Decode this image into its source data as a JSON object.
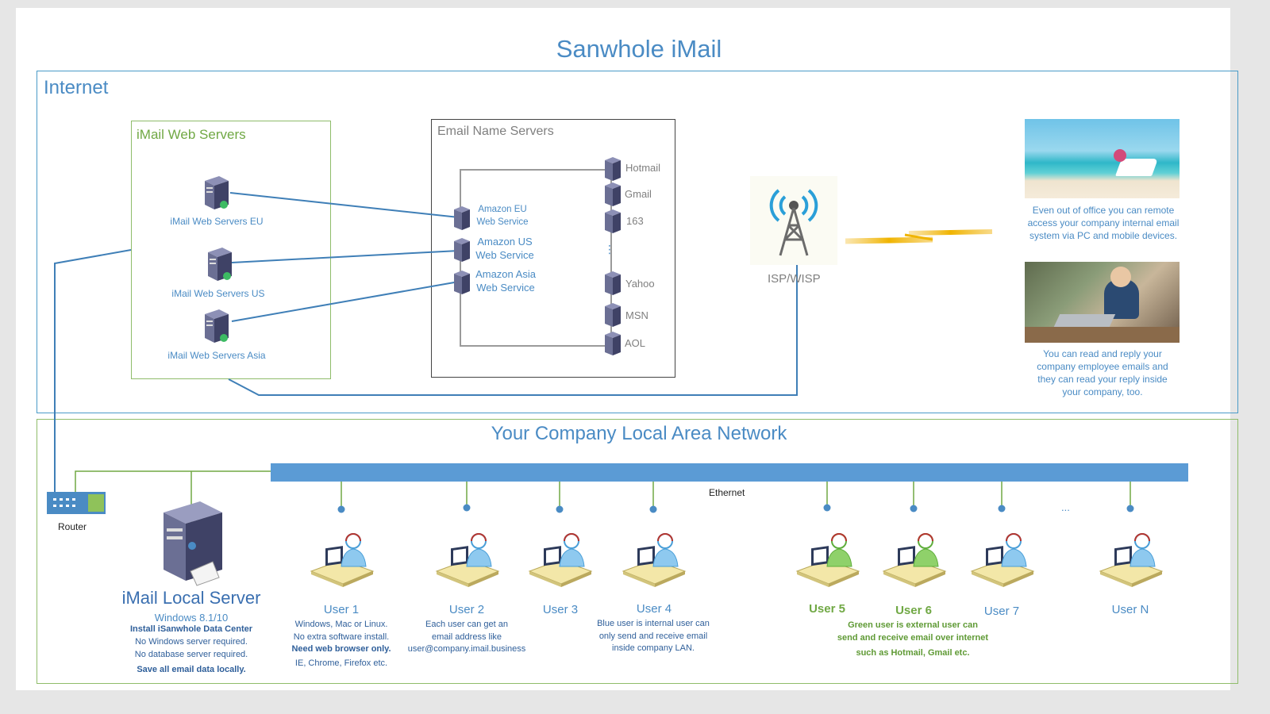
{
  "title": "Sanwhole iMail",
  "internet": {
    "label": "Internet",
    "web_servers": {
      "label": "iMail Web Servers",
      "items": [
        "iMail Web Servers EU",
        "iMail Web Servers US",
        "iMail Web Servers Asia"
      ]
    },
    "name_servers": {
      "label": "Email Name Servers",
      "amazon": [
        {
          "line1": "Amazon EU",
          "line2": "Web Service"
        },
        {
          "line1": "Amazon US",
          "line2": "Web Service"
        },
        {
          "line1": "Amazon Asia",
          "line2": "Web Service"
        }
      ],
      "providers": [
        "Hotmail",
        "Gmail",
        "163",
        "Yahoo",
        "MSN",
        "AOL"
      ],
      "ellipsis": "⋮"
    },
    "isp": "ISP/WISP",
    "remote": {
      "beach_caption": "Even out of office you can remote access your company internal email system via PC and mobile devices.",
      "cafe_caption": "You can read and reply your company employee emails and they can read your reply inside your company, too."
    }
  },
  "lan": {
    "label": "Your Company Local Area Network",
    "ethernet": "Ethernet",
    "router": "Router",
    "server": {
      "title": "iMail Local Server",
      "os": "Windows 8.1/10",
      "line1": "Install iSanwhole Data Center",
      "line2": "No Windows server required.",
      "line3": "No database server required.",
      "line4": "Save all email data locally."
    },
    "users": [
      "User 1",
      "User 2",
      "User 3",
      "User 4",
      "User 5",
      "User 6",
      "User 7",
      "User N"
    ],
    "users_ellipsis": "...",
    "user1_notes": [
      "Windows, Mac or Linux.",
      "No extra software install.",
      "Need web browser only.",
      "IE, Chrome, Firefox etc."
    ],
    "user2_notes": [
      "Each user can get an",
      "email address like",
      "user@company.imail.business"
    ],
    "user4_notes": [
      "Blue user is internal user can",
      "only send and receive email",
      "inside company LAN."
    ],
    "user56_notes": [
      "Green user is external user can",
      "send and receive email over internet",
      "such as Hotmail, Gmail etc."
    ]
  },
  "colors": {
    "accent": "#4a8bc4",
    "green": "#70a844",
    "ethernet": "#5b9bd5",
    "signal": "#f0b400"
  }
}
